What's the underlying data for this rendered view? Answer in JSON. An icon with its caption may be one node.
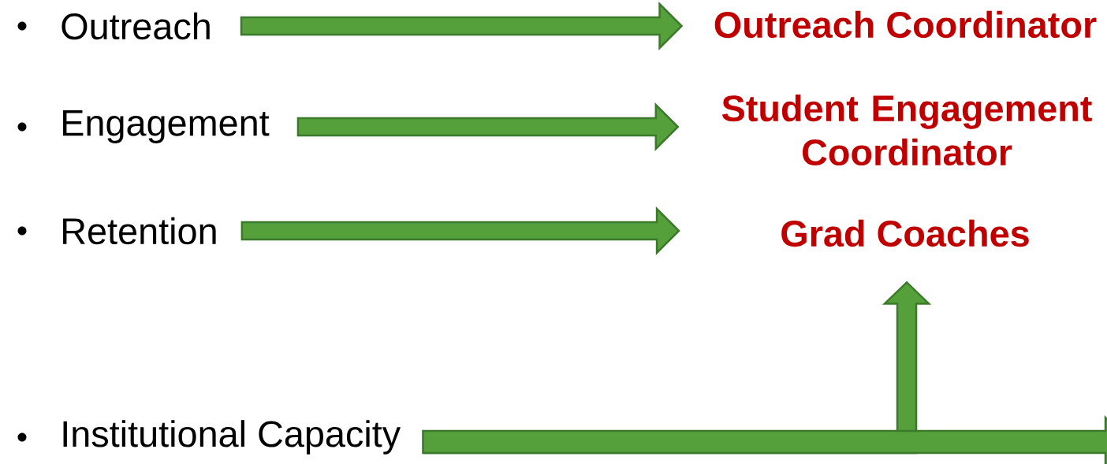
{
  "diagram": {
    "nodes": [
      {
        "text": [
          "Outreach"
        ]
      },
      {
        "text": [
          "Outreach Coordinator"
        ]
      },
      {
        "text": [
          "Engagement"
        ]
      },
      {
        "text": [
          "Student Engagement Coordinator"
        ]
      },
      {
        "text": [
          "Retention"
        ]
      },
      {
        "text": [
          "Grad Coaches"
        ]
      },
      {
        "text": [
          "Institutional Capacity"
        ]
      }
    ],
    "edges": [
      {
        "from": 0,
        "to": 1,
        "arrow": "to"
      },
      {
        "from": 2,
        "to": 3,
        "arrow": "to"
      },
      {
        "from": 4,
        "to": 5,
        "arrow": "to"
      },
      {
        "from": 6,
        "to": 5,
        "arrow": "to"
      },
      {
        "from": 6,
        "to": null,
        "arrow": "to"
      }
    ]
  }
}
